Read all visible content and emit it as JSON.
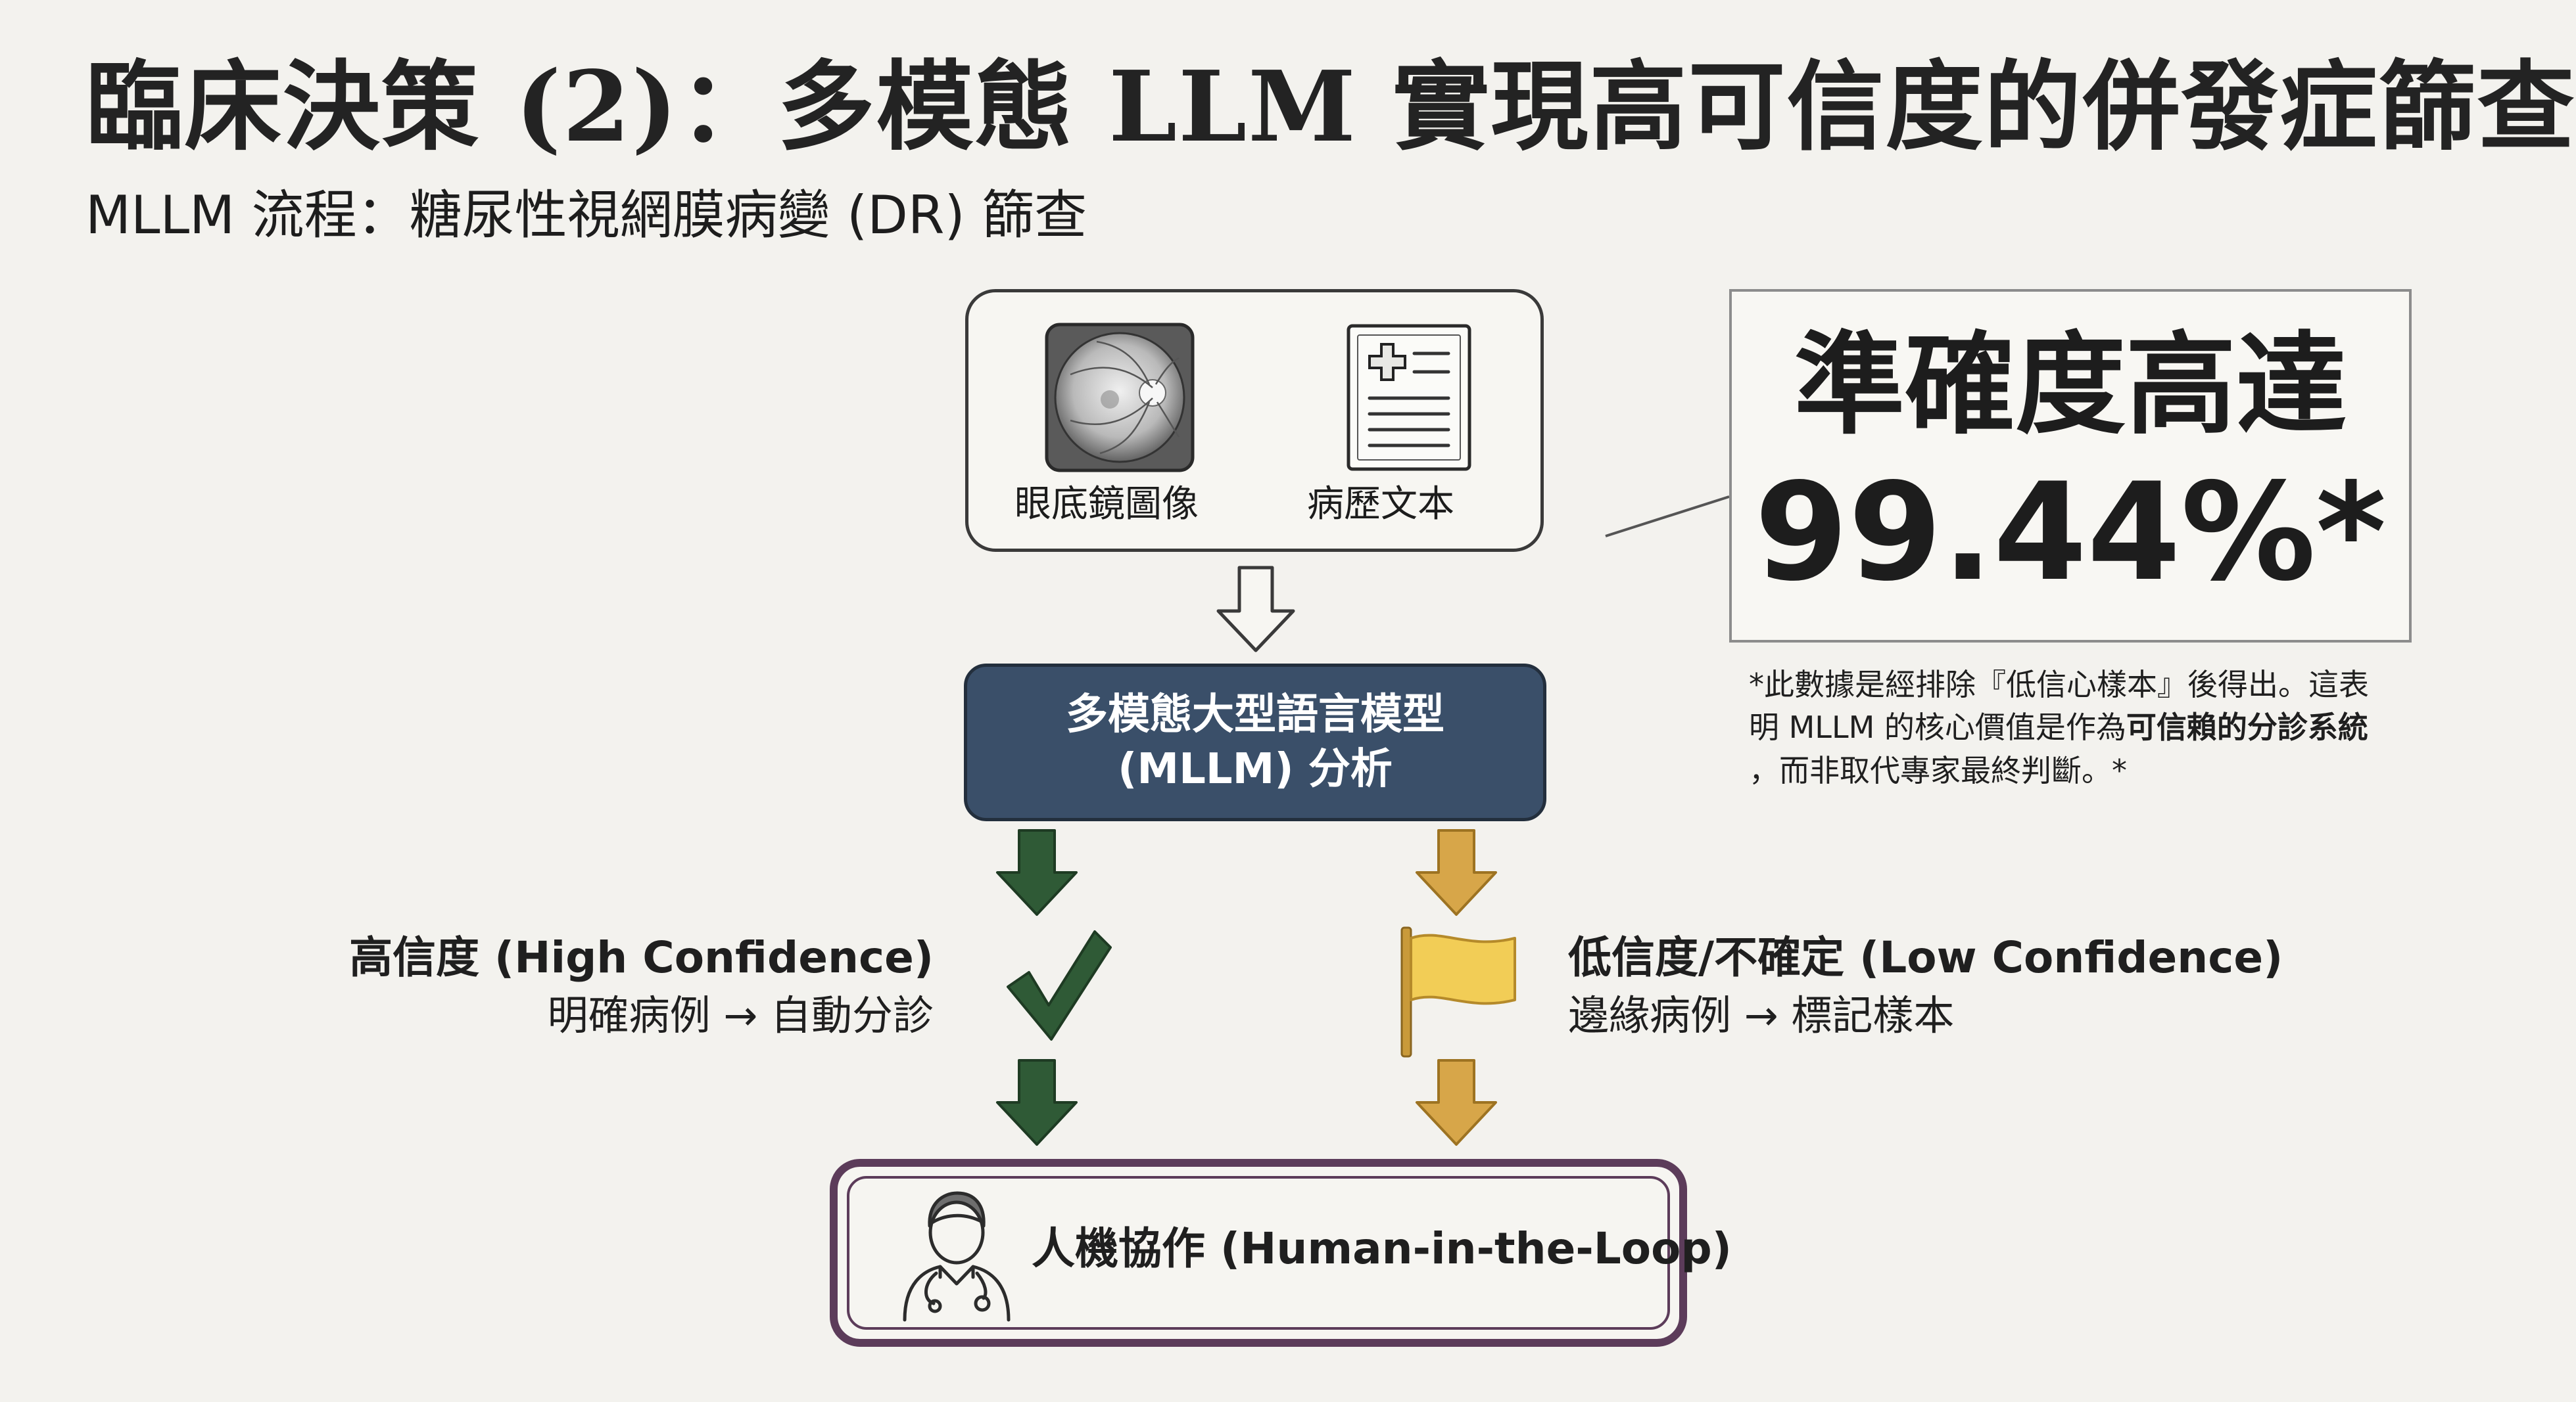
{
  "title": "臨床決策 (2)：多模態 LLM 實現高可信度的併發症篩查",
  "subtitle": "MLLM 流程：糖尿性視網膜病變 (DR) 篩查",
  "inputs": {
    "fundus_label": "眼底鏡圖像",
    "record_label": "病歷文本"
  },
  "model": {
    "line1": "多模態大型語言模型",
    "line2": "(MLLM) 分析"
  },
  "accuracy": {
    "label": "準確度高達",
    "value": "99.44%*"
  },
  "footnote": {
    "line1": "*此數據是經排除『低信心樣本』後得出。這表",
    "line2_pre": "明 MLLM 的核心價值是作為",
    "line2_bold": "可信賴的分診系統",
    "line3": "，而非取代專家最終判斷。*"
  },
  "high_branch": {
    "title": "高信度 (High Confidence)",
    "desc": "明確病例 → 自動分診"
  },
  "low_branch": {
    "title": "低信度/不確定 (Low Confidence)",
    "desc": "邊緣病例 → 標記樣本"
  },
  "human": {
    "label": "人機協作 (Human-in-the-Loop)"
  },
  "colors": {
    "model_box": "#3a4f69",
    "high_arrow": "#2f5a36",
    "low_arrow": "#d7a649",
    "flag": "#f2cd56",
    "human_border": "#5c3c5a"
  }
}
